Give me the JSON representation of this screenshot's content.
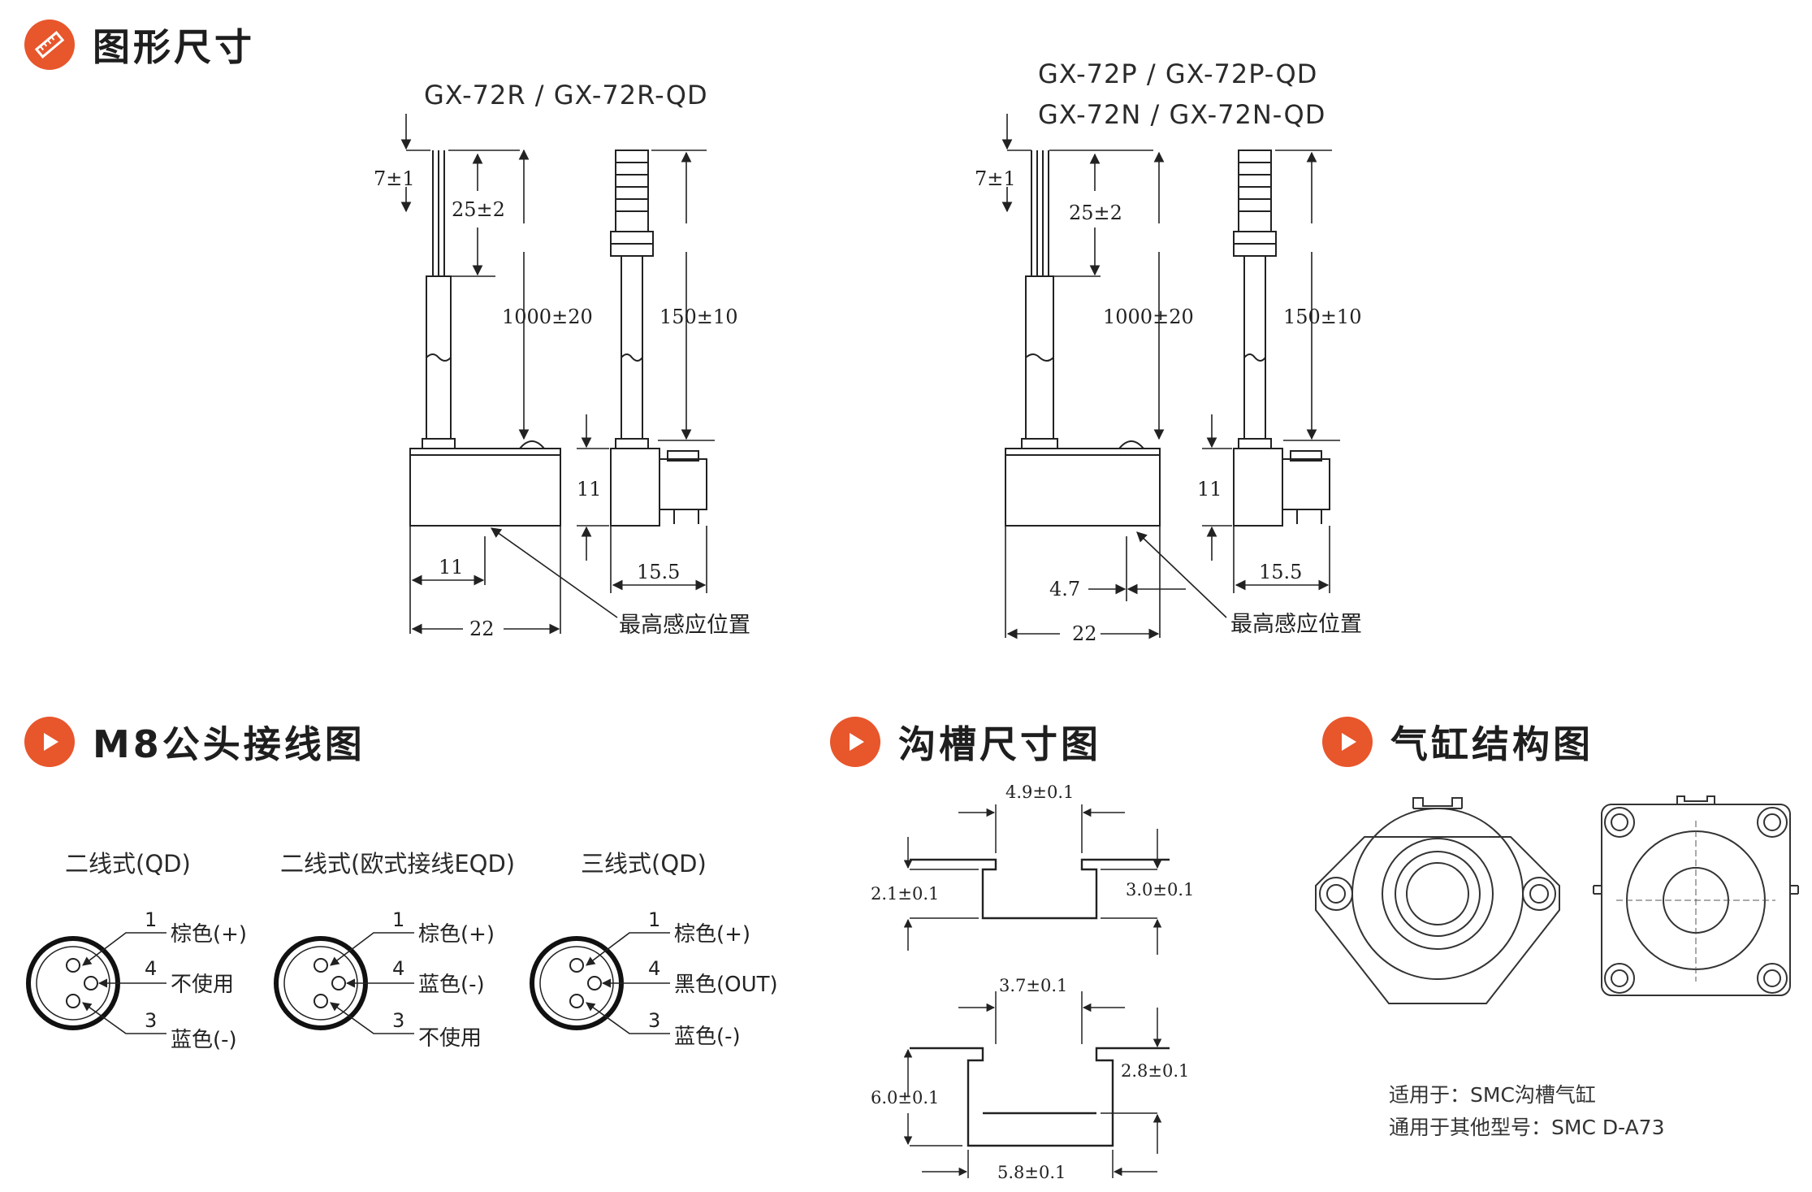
{
  "sections": {
    "dimensions": "图形尺寸",
    "m8": "M8公头接线图",
    "groove": "沟槽尺寸图",
    "cylinder": "气缸结构图"
  },
  "diagram_left": {
    "model": "GX-72R / GX-72R-QD",
    "dims": {
      "d7": "7±1",
      "d25": "25±2",
      "d1000": "1000±20",
      "d150": "150±10",
      "d11v": "11",
      "d11h": "11",
      "d22": "22",
      "d155": "15.5"
    },
    "callout": "最高感应位置"
  },
  "diagram_right": {
    "model_1": "GX-72P / GX-72P-QD",
    "model_2": "GX-72N / GX-72N-QD",
    "dims": {
      "d7": "7±1",
      "d25": "25±2",
      "d1000": "1000±20",
      "d150": "150±10",
      "d11v": "11",
      "d47": "4.7",
      "d22": "22",
      "d155": "15.5"
    },
    "callout": "最高感应位置"
  },
  "wiring": [
    {
      "title": "二线式(QD)",
      "pins": [
        {
          "num": "1",
          "label": "棕色(+)"
        },
        {
          "num": "4",
          "label": "不使用"
        },
        {
          "num": "3",
          "label": "蓝色(-)"
        }
      ]
    },
    {
      "title": "二线式(欧式接线EQD)",
      "pins": [
        {
          "num": "1",
          "label": "棕色(+)"
        },
        {
          "num": "4",
          "label": "蓝色(-)"
        },
        {
          "num": "3",
          "label": "不使用"
        }
      ]
    },
    {
      "title": "三线式(QD)",
      "pins": [
        {
          "num": "1",
          "label": "棕色(+)"
        },
        {
          "num": "4",
          "label": "黑色(OUT)"
        },
        {
          "num": "3",
          "label": "蓝色(-)"
        }
      ]
    }
  ],
  "groove": {
    "top": {
      "w": "4.9±0.1",
      "left": "2.1±0.1",
      "right": "3.0±0.1"
    },
    "bottom": {
      "w_top": "3.7±0.1",
      "left": "6.0±0.1",
      "right": "2.8±0.1",
      "w_bottom": "5.8±0.1"
    }
  },
  "cylinder": {
    "note_1": "适用于：SMC沟槽气缸",
    "note_2": "通用于其他型号：SMC D-A73"
  },
  "colors": {
    "accent": "#e8562c"
  }
}
